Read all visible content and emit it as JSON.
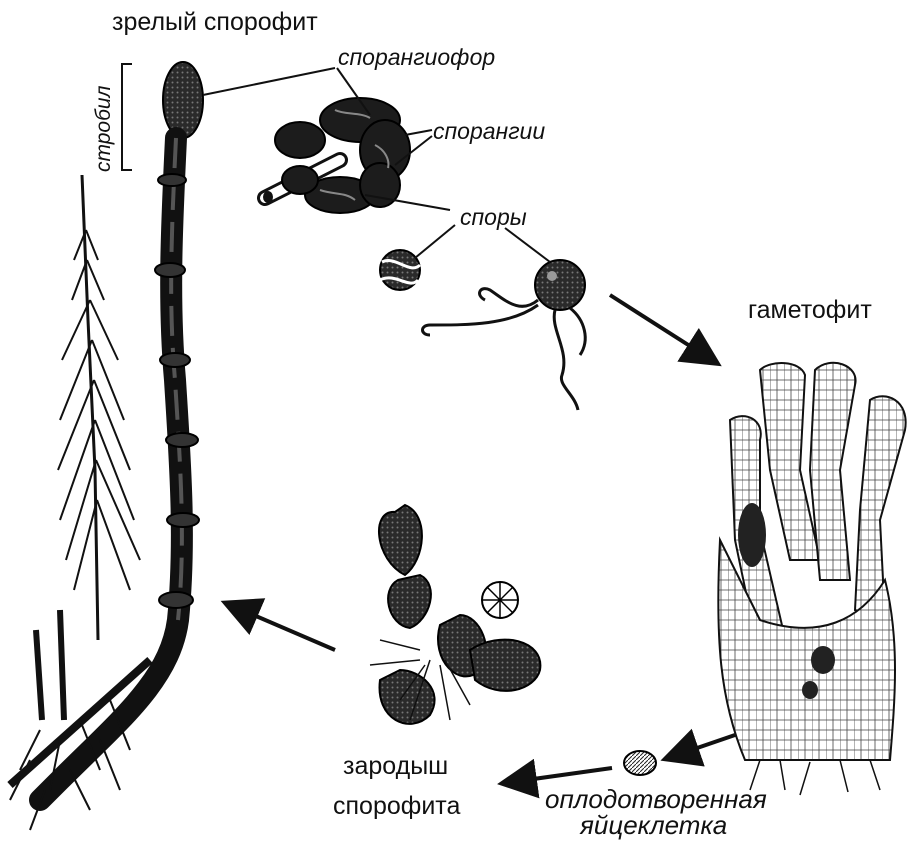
{
  "labels": {
    "mature_sporophyte": "зрелый спорофит",
    "strobilus": "стробил",
    "sporangiophore": "спорангиофор",
    "sporangia": "спорангии",
    "spores": "споры",
    "gametophyte": "гаметофит",
    "embryo_line1": "зародыш",
    "embryo_line2": "спорофита",
    "fertilized_egg_line1": "оплодотворенная",
    "fertilized_egg_line2": "яйцеклетка"
  },
  "colors": {
    "ink": "#111111",
    "background": "#ffffff"
  }
}
